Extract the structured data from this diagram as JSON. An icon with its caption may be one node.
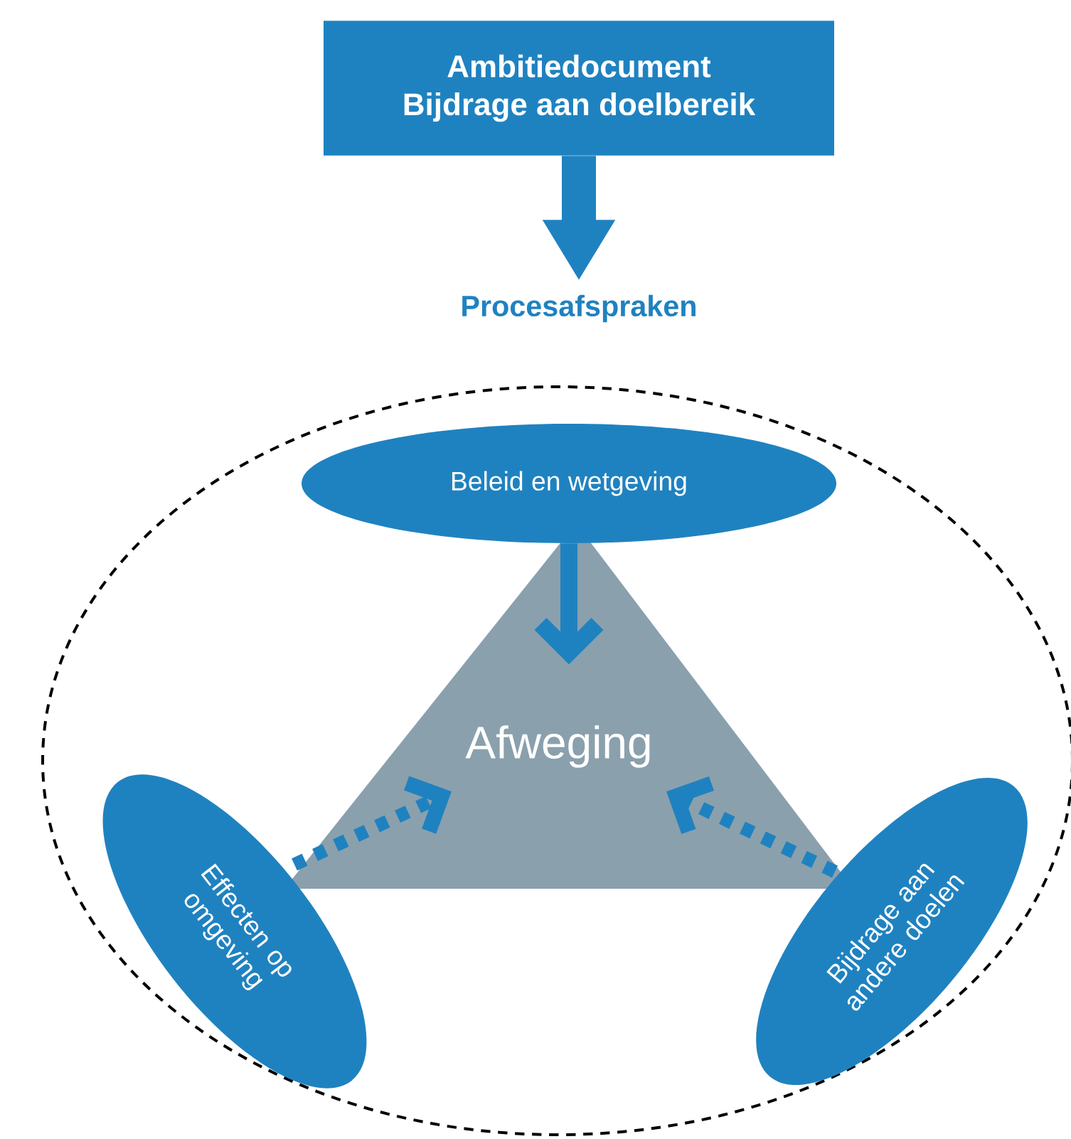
{
  "diagram": {
    "nodes": [
      {
        "text": [
          "Ambitiedocument",
          "Bijdrage aan doelbereik"
        ]
      },
      {
        "text": [
          "Procesafspraken"
        ]
      },
      {
        "text": [
          "Afweging"
        ]
      },
      {
        "text": [
          "Beleid en wetgeving"
        ]
      },
      {
        "text": [
          "Effecten op omgeving"
        ]
      },
      {
        "text": [
          "Bijdrage aan andere doelen"
        ]
      }
    ],
    "edges": [
      {
        "from": 0,
        "to": 1,
        "arrow": "to",
        "style": "thick"
      },
      {
        "from": 3,
        "to": 2,
        "arrow": "to"
      },
      {
        "from": 4,
        "to": 2,
        "arrow": "to",
        "style": "dashed"
      },
      {
        "from": 5,
        "to": 2,
        "arrow": "to",
        "style": "dashed"
      }
    ]
  }
}
